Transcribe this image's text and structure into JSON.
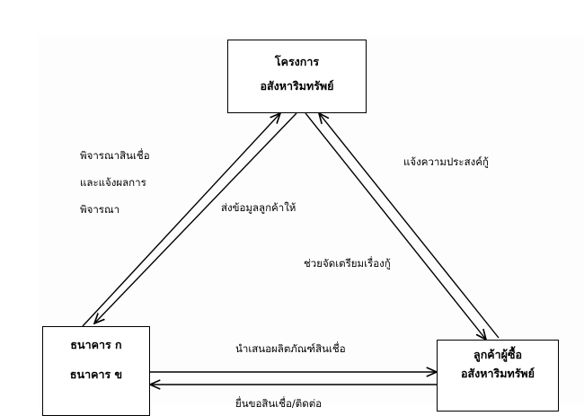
{
  "diagram": {
    "top_title_fragment": "",
    "nodes": {
      "project": {
        "lines": [
          "โครงการ",
          "อสังหาริมทรัพย์"
        ]
      },
      "banks": {
        "lines": [
          "ธนาคาร ก",
          "ธนาคาร ข"
        ]
      },
      "buyer": {
        "lines": [
          "ลูกค้าผู้ซื้อ",
          "อสังหาริมทรัพย์"
        ]
      }
    },
    "edge_labels": {
      "bank_consider": [
        "พิจารณาสินเชื่อ",
        "และแจ้งผลการ",
        "พิจารณา"
      ],
      "send_customer_info": "ส่งข้อมูลลูกค้าให้",
      "notify_loan_intent": "แจ้งความประสงค์กู้",
      "help_prepare_loan": "ช่วยจัดเตรียมเรื่องกู้",
      "present_loan_product": "นำเสนอผลิตภัณฑ์สินเชื่อ",
      "bottom_cut": "ยื่นขอสินเชื่อ/ติดต่อ"
    },
    "colors": {
      "line": "#000000",
      "box_fill": "#ffffff",
      "background": "#ffffff"
    }
  }
}
